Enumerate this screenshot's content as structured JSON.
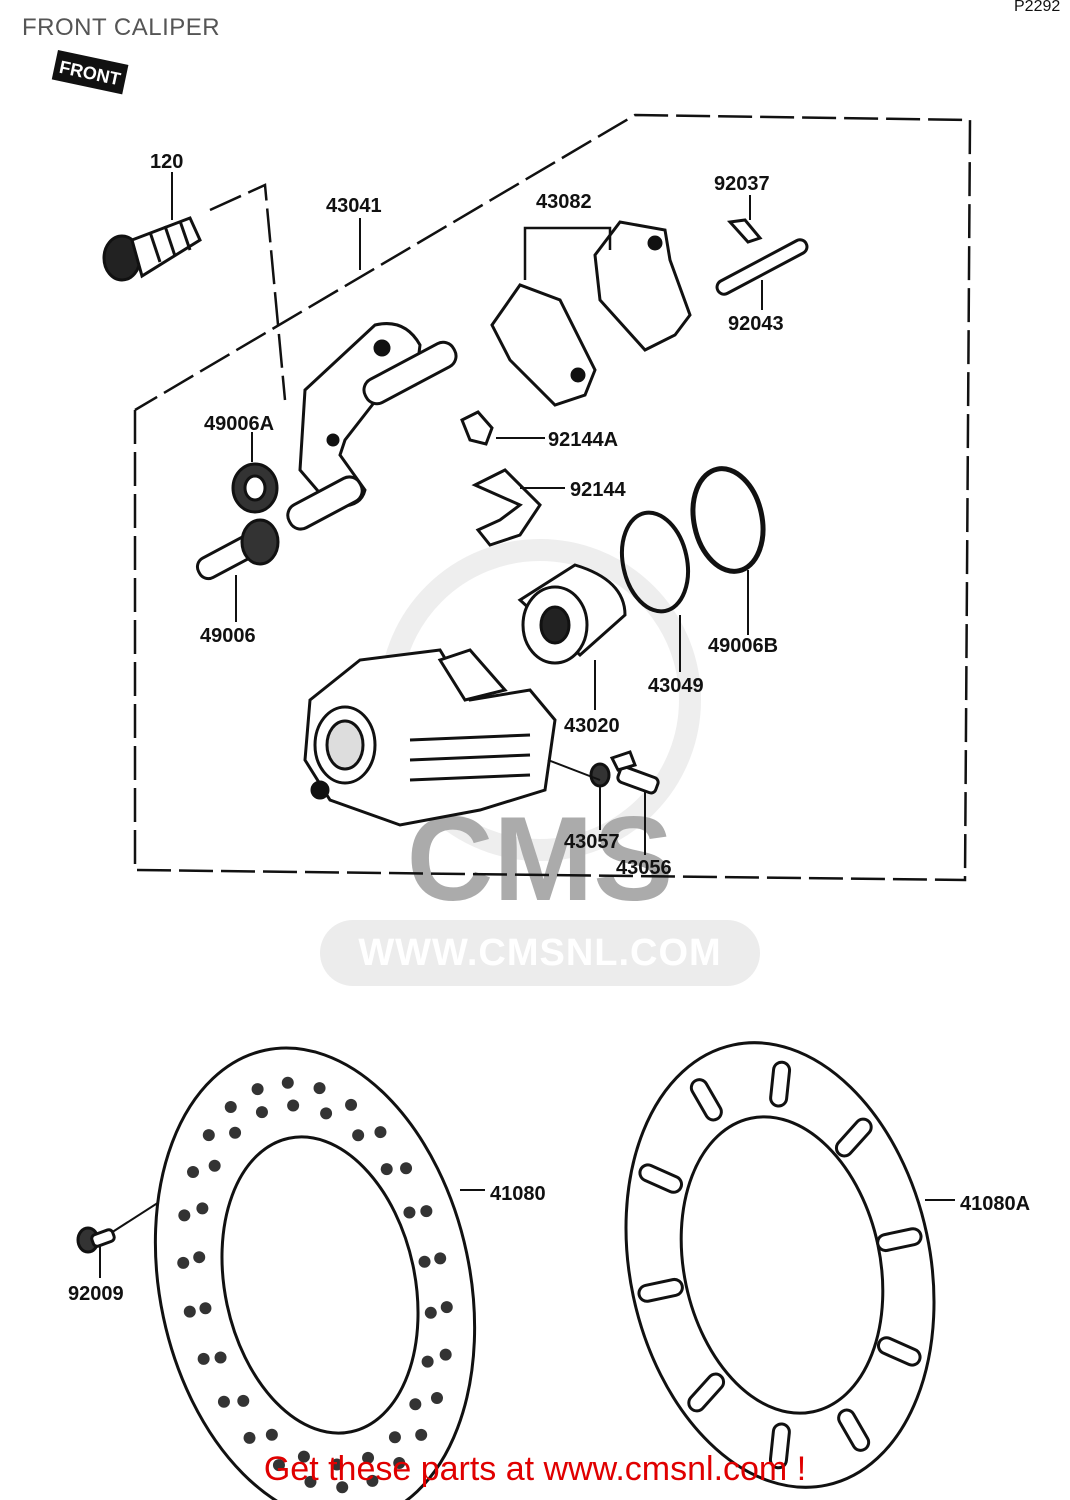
{
  "title": "FRONT CALIPER",
  "diagram_code": "P2292",
  "front_tag": "FRONT",
  "watermark": {
    "logo": "CMS",
    "url": "WWW.CMSNL.COM"
  },
  "footer": "Get these parts at www.cmsnl.com !",
  "callouts": [
    {
      "id": "120",
      "label": "120"
    },
    {
      "id": "43041",
      "label": "43041"
    },
    {
      "id": "43082",
      "label": "43082"
    },
    {
      "id": "92037",
      "label": "92037"
    },
    {
      "id": "92043",
      "label": "92043"
    },
    {
      "id": "49006A",
      "label": "49006A"
    },
    {
      "id": "92144A",
      "label": "92144A"
    },
    {
      "id": "92144",
      "label": "92144"
    },
    {
      "id": "49006",
      "label": "49006"
    },
    {
      "id": "49006B",
      "label": "49006B"
    },
    {
      "id": "43049",
      "label": "43049"
    },
    {
      "id": "43020",
      "label": "43020"
    },
    {
      "id": "43057",
      "label": "43057"
    },
    {
      "id": "43056",
      "label": "43056"
    },
    {
      "id": "41080",
      "label": "41080"
    },
    {
      "id": "41080A",
      "label": "41080A"
    },
    {
      "id": "92009",
      "label": "92009"
    }
  ]
}
